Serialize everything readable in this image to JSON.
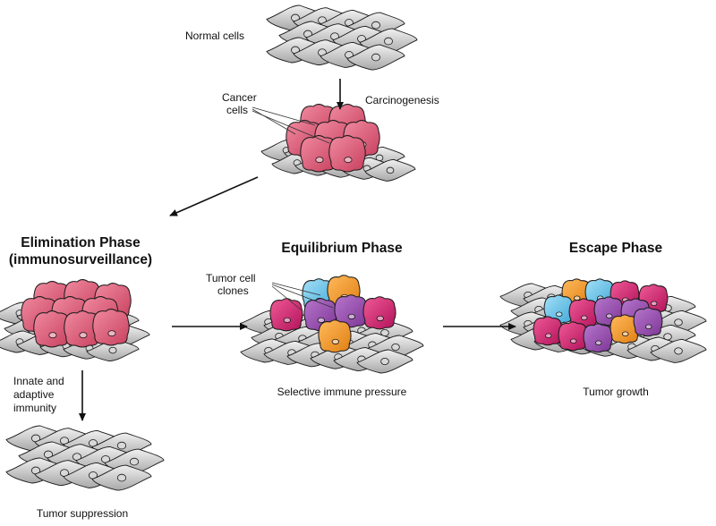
{
  "labels": {
    "normal_cells": "Normal cells",
    "carcinogenesis": "Carcinogenesis",
    "cancer_cells_line1": "Cancer",
    "cancer_cells_line2": "cells",
    "elimination_title_line1": "Elimination Phase",
    "elimination_title_line2": "(immunosurveillance)",
    "equilibrium_title": "Equilibrium Phase",
    "escape_title": "Escape Phase",
    "tumor_clones_line1": "Tumor cell",
    "tumor_clones_line2": "clones",
    "immunity_line1": "Innate and",
    "immunity_line2": "adaptive",
    "immunity_line3": "immunity",
    "selective_pressure": "Selective immune pressure",
    "tumor_growth": "Tumor growth",
    "tumor_suppression": "Tumor suppression"
  },
  "colors": {
    "normal_cell": "#b8b8b8",
    "normal_cell_light": "#e4e4e4",
    "cancer_cell": "#e0607a",
    "cancer_cell_shade": "#b83a56",
    "clone_magenta": "#d6246e",
    "clone_purple": "#9b4fb3",
    "clone_orange": "#f39a2c",
    "clone_blue": "#6bc6ea",
    "outline": "#1a1a1a"
  }
}
